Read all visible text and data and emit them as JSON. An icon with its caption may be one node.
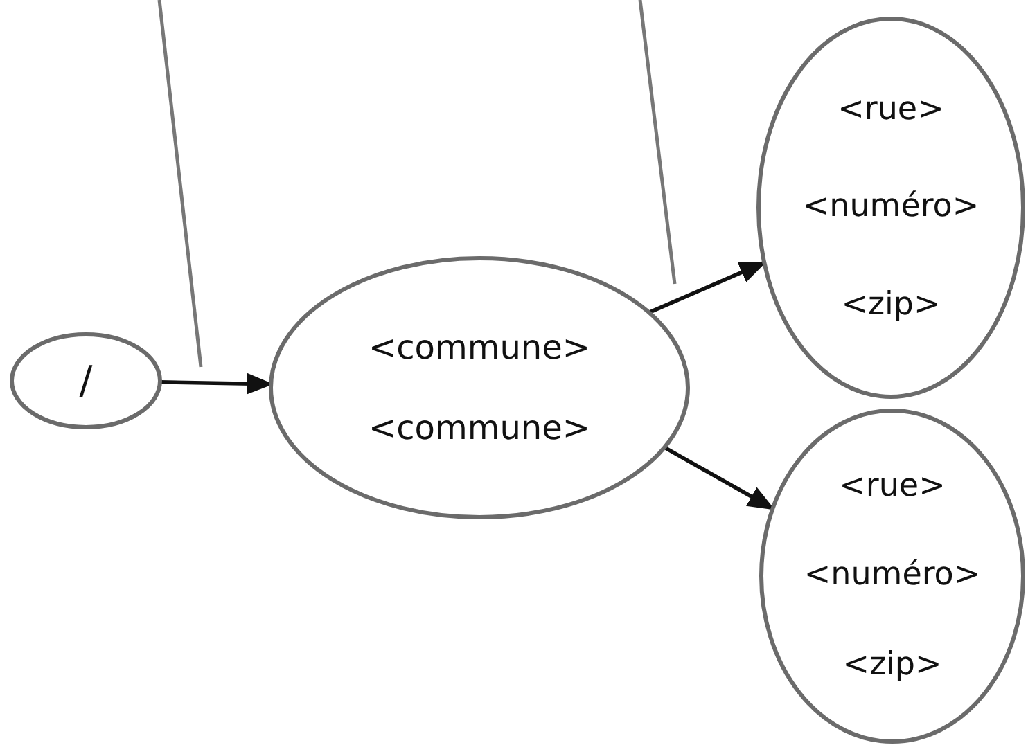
{
  "diagram": {
    "nodes": [
      {
        "text": [
          "/"
        ]
      },
      {
        "text": [
          "<commune>",
          "<commune>"
        ]
      },
      {
        "text": [
          "<rue>",
          "<numéro>",
          "<zip>"
        ]
      },
      {
        "text": [
          "<rue>",
          "<numéro>",
          "<zip>"
        ]
      }
    ],
    "edges": [
      {
        "from": 0,
        "to": 1,
        "arrow": "to"
      },
      {
        "from": 1,
        "to": 2,
        "arrow": "to"
      },
      {
        "from": 1,
        "to": 3,
        "arrow": "to"
      }
    ]
  }
}
